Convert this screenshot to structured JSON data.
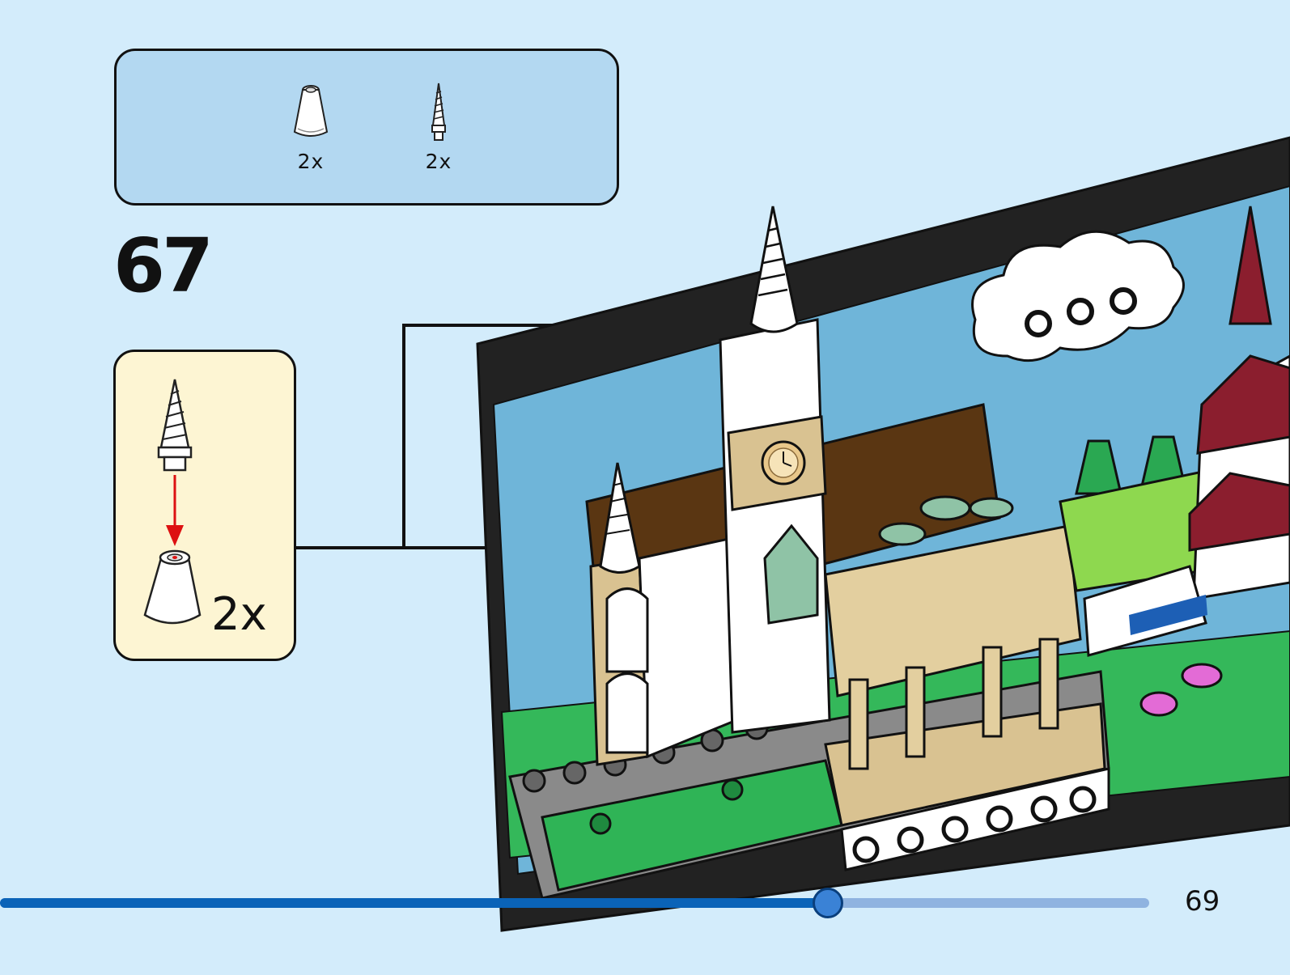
{
  "parts_list": {
    "items": [
      {
        "icon": "cone-piece-icon",
        "color": "#ffffff",
        "qty": "2x"
      },
      {
        "icon": "spire-horn-piece-icon",
        "color": "#ffffff",
        "qty": "2x"
      }
    ]
  },
  "step": {
    "number": "67"
  },
  "sub_assembly": {
    "qty": "2x"
  },
  "progress": {
    "fraction": 0.72
  },
  "page": {
    "number": "69"
  },
  "colors": {
    "background": "#d3ecfb",
    "parts_box": "#b3d8f1",
    "callout": "#fdf5d3",
    "progress_fill": "#0a63b8",
    "progress_track": "#8fb3e0"
  }
}
